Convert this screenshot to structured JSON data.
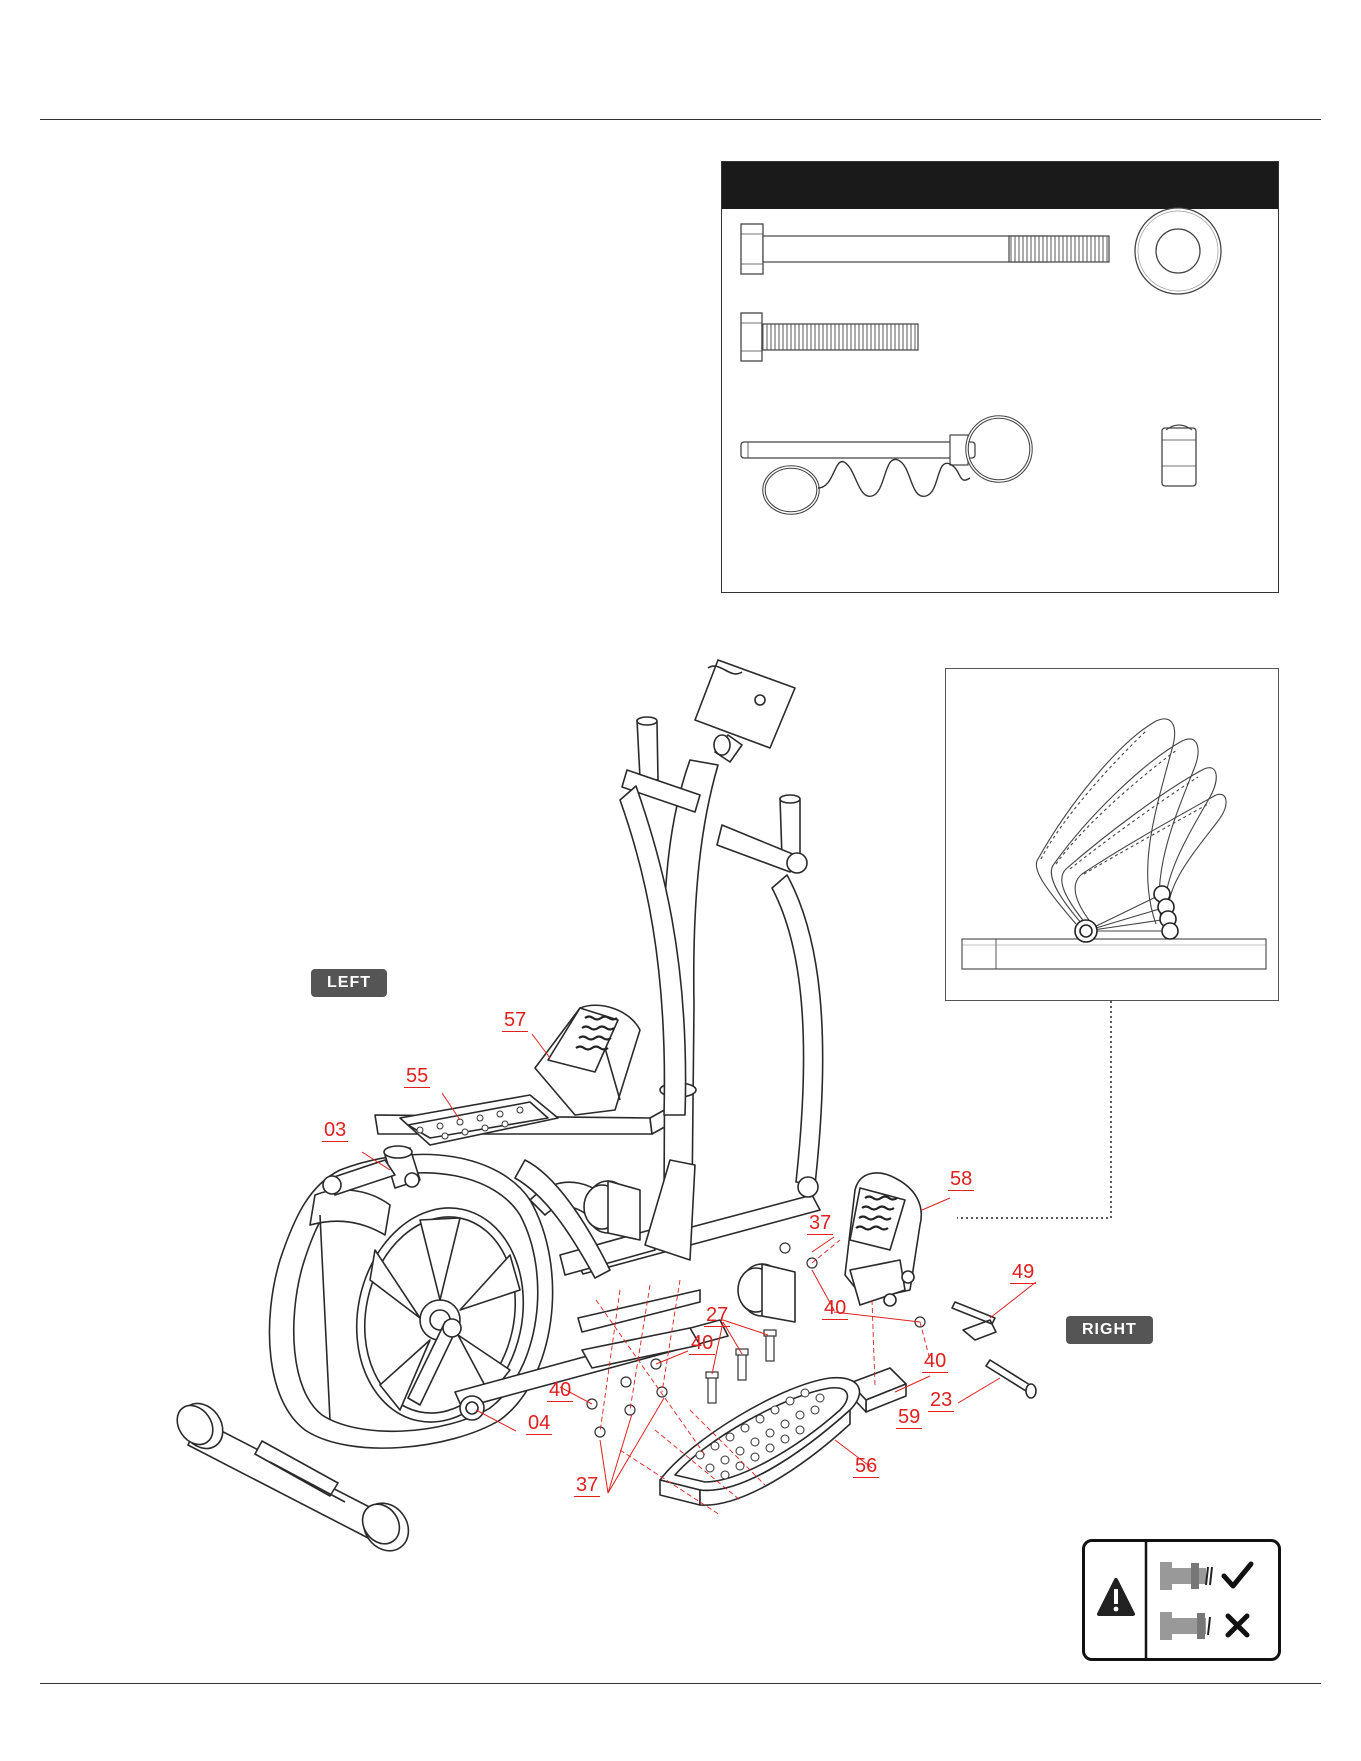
{
  "badges": {
    "left": "LEFT",
    "right": "RIGHT"
  },
  "part_labels": {
    "p57": "57",
    "p55": "55",
    "p03": "03",
    "p58": "58",
    "p37a": "37",
    "p49": "49",
    "p40a": "40",
    "p27": "27",
    "p40b": "40",
    "p40c": "40",
    "p40d": "40",
    "p04": "04",
    "p59": "59",
    "p23": "23",
    "p56": "56",
    "p37b": "37"
  },
  "colors": {
    "label_red": "#e02020",
    "badge_gray": "#555555",
    "header_black": "#1a1a1a"
  },
  "hardware_icons": [
    "long-bolt-icon",
    "washer-icon",
    "short-bolt-icon",
    "spring-pin-icon",
    "lock-nut-icon"
  ],
  "warning_icons": [
    "warning-triangle-icon",
    "check-icon",
    "cross-icon"
  ]
}
